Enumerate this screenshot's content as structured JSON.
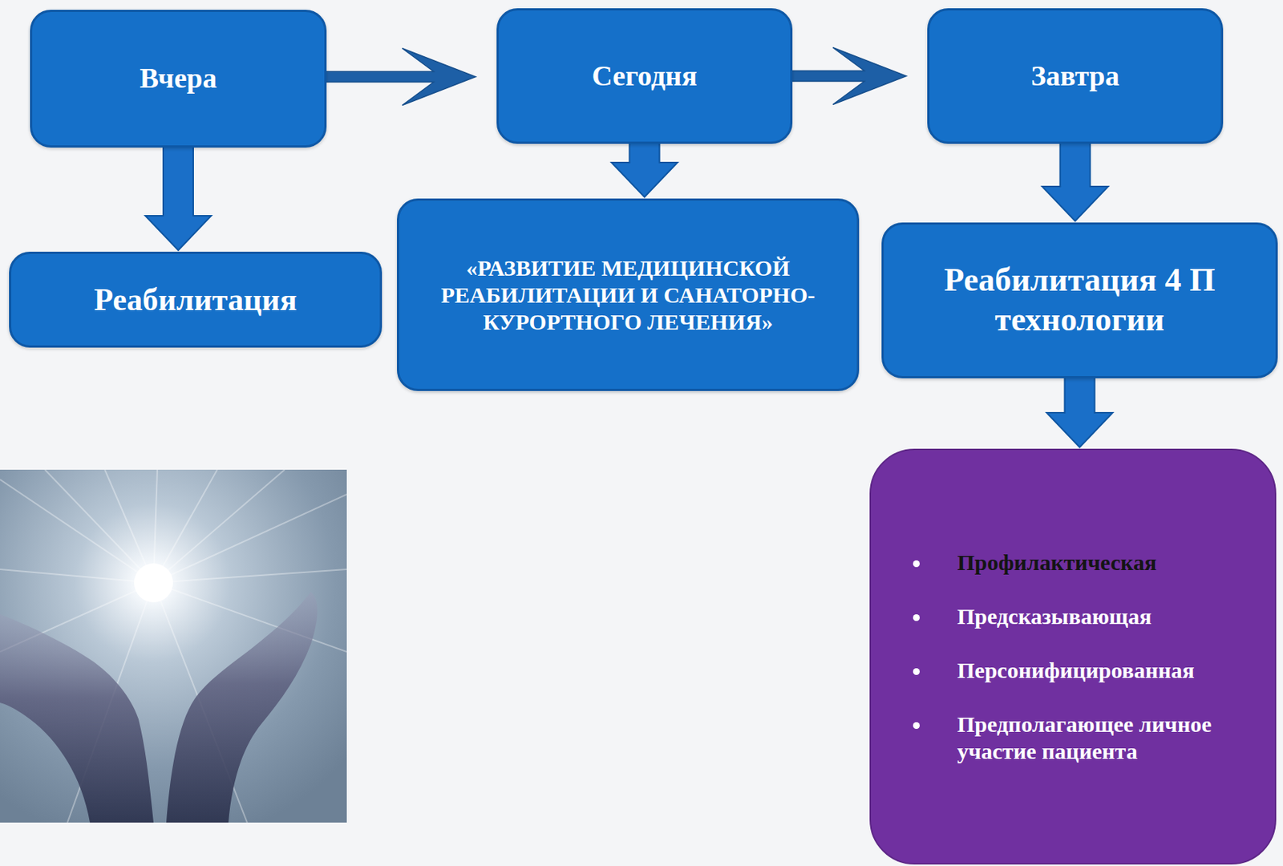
{
  "diagram": {
    "nodes": [
      {
        "text": [
          "Вчера"
        ]
      },
      {
        "text": [
          "Сегодня"
        ]
      },
      {
        "text": [
          "Завтра"
        ]
      },
      {
        "text": [
          "Реабилитация"
        ]
      },
      {
        "text": [
          "«РАЗВИТИЕ МЕДИЦИНСКОЙ РЕАБИЛИТАЦИИ И САНАТОРНО-КУРОРТНОГО ЛЕЧЕНИЯ»"
        ]
      },
      {
        "text": [
          "Реабилитация 4 П технологии"
        ]
      },
      {
        "text": [
          "Профилактическая",
          "Предсказывающая",
          "Персонифицированная",
          "Предполагающее личное участие пациента"
        ]
      }
    ],
    "edges": [
      {
        "from": 0,
        "to": 1,
        "arrow": "to"
      },
      {
        "from": 1,
        "to": 2,
        "arrow": "to"
      },
      {
        "from": 0,
        "to": 3,
        "arrow": "to"
      },
      {
        "from": 1,
        "to": 4,
        "arrow": "to"
      },
      {
        "from": 2,
        "to": 5,
        "arrow": "to"
      },
      {
        "from": 5,
        "to": 6,
        "arrow": "to"
      }
    ]
  }
}
